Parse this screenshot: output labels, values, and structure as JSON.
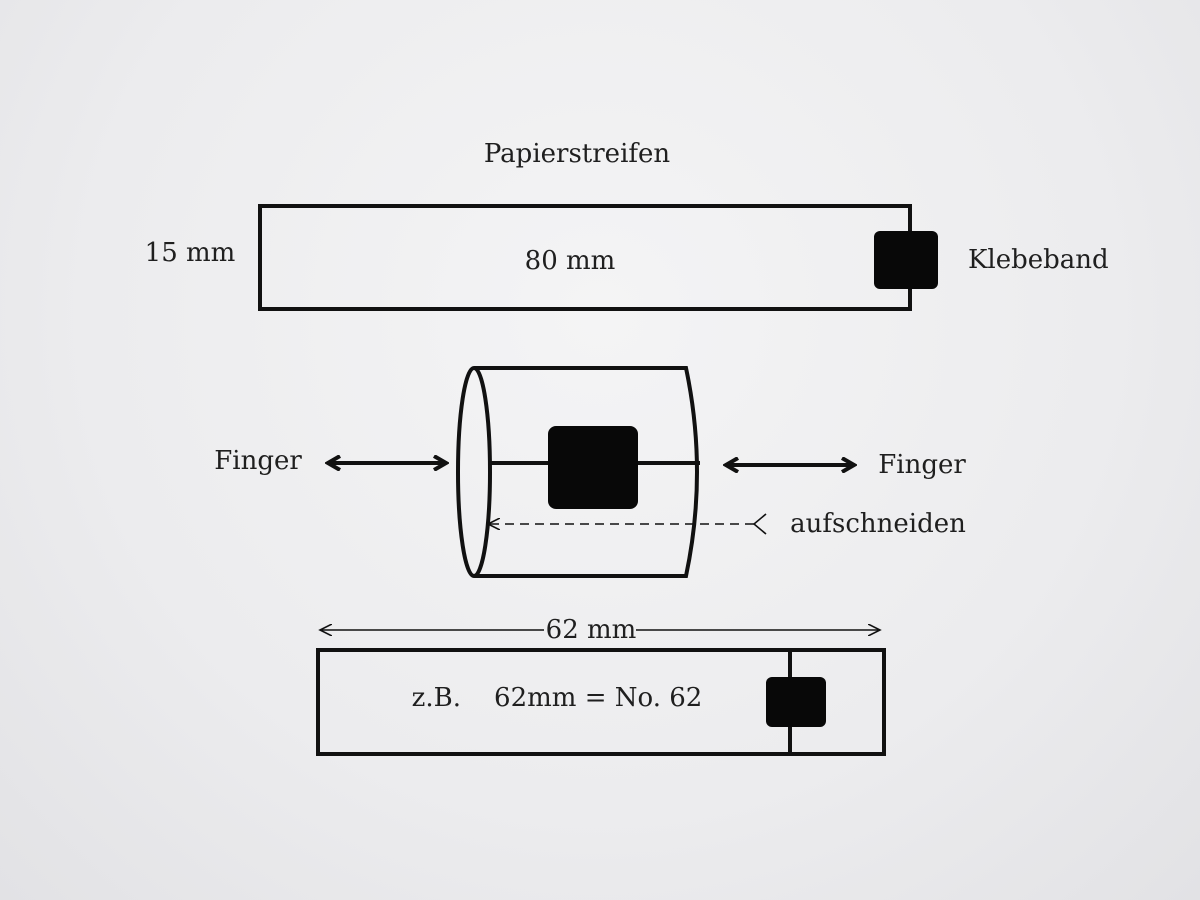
{
  "diagram": {
    "strip": {
      "title": "Papierstreifen",
      "width_label": "15 mm",
      "length_label": "80 mm",
      "tape_label": "Klebeband"
    },
    "cylinder": {
      "left_label": "Finger",
      "right_label": "Finger",
      "cut_label": "aufschneiden"
    },
    "result": {
      "dimension_label": "62 mm",
      "example_label": "z.B.    62mm = No. 62"
    }
  }
}
